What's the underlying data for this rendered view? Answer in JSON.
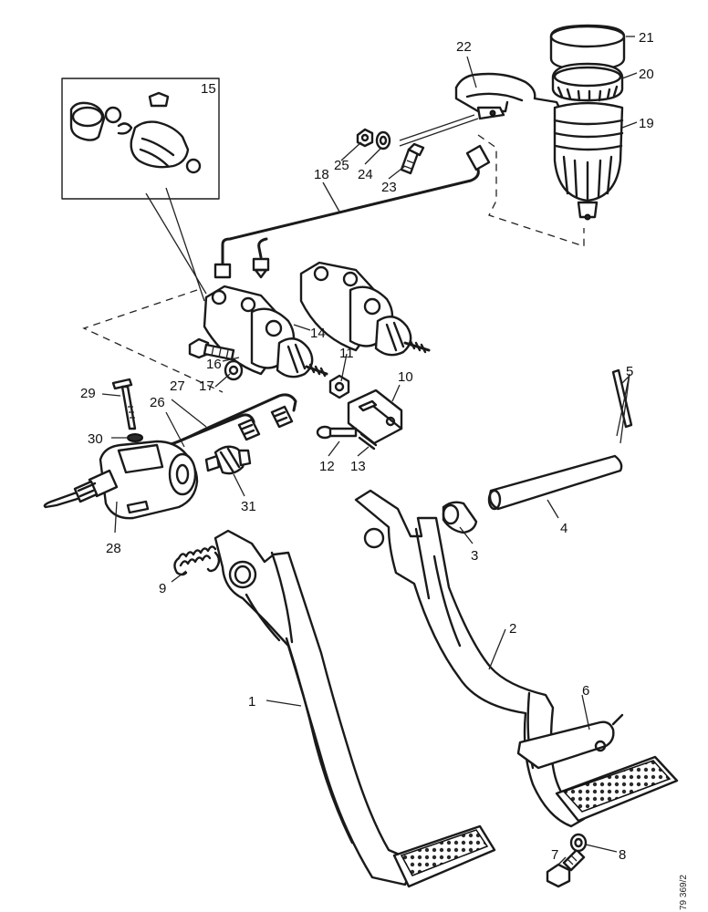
{
  "diagram": {
    "reference_code": "79 369/2",
    "callouts": [
      "1",
      "2",
      "3",
      "4",
      "5",
      "6",
      "7",
      "8",
      "9",
      "10",
      "11",
      "12",
      "13",
      "14",
      "15",
      "16",
      "17",
      "18",
      "19",
      "20",
      "21",
      "22",
      "23",
      "24",
      "25",
      "26",
      "27",
      "28",
      "29",
      "30",
      "31"
    ]
  }
}
